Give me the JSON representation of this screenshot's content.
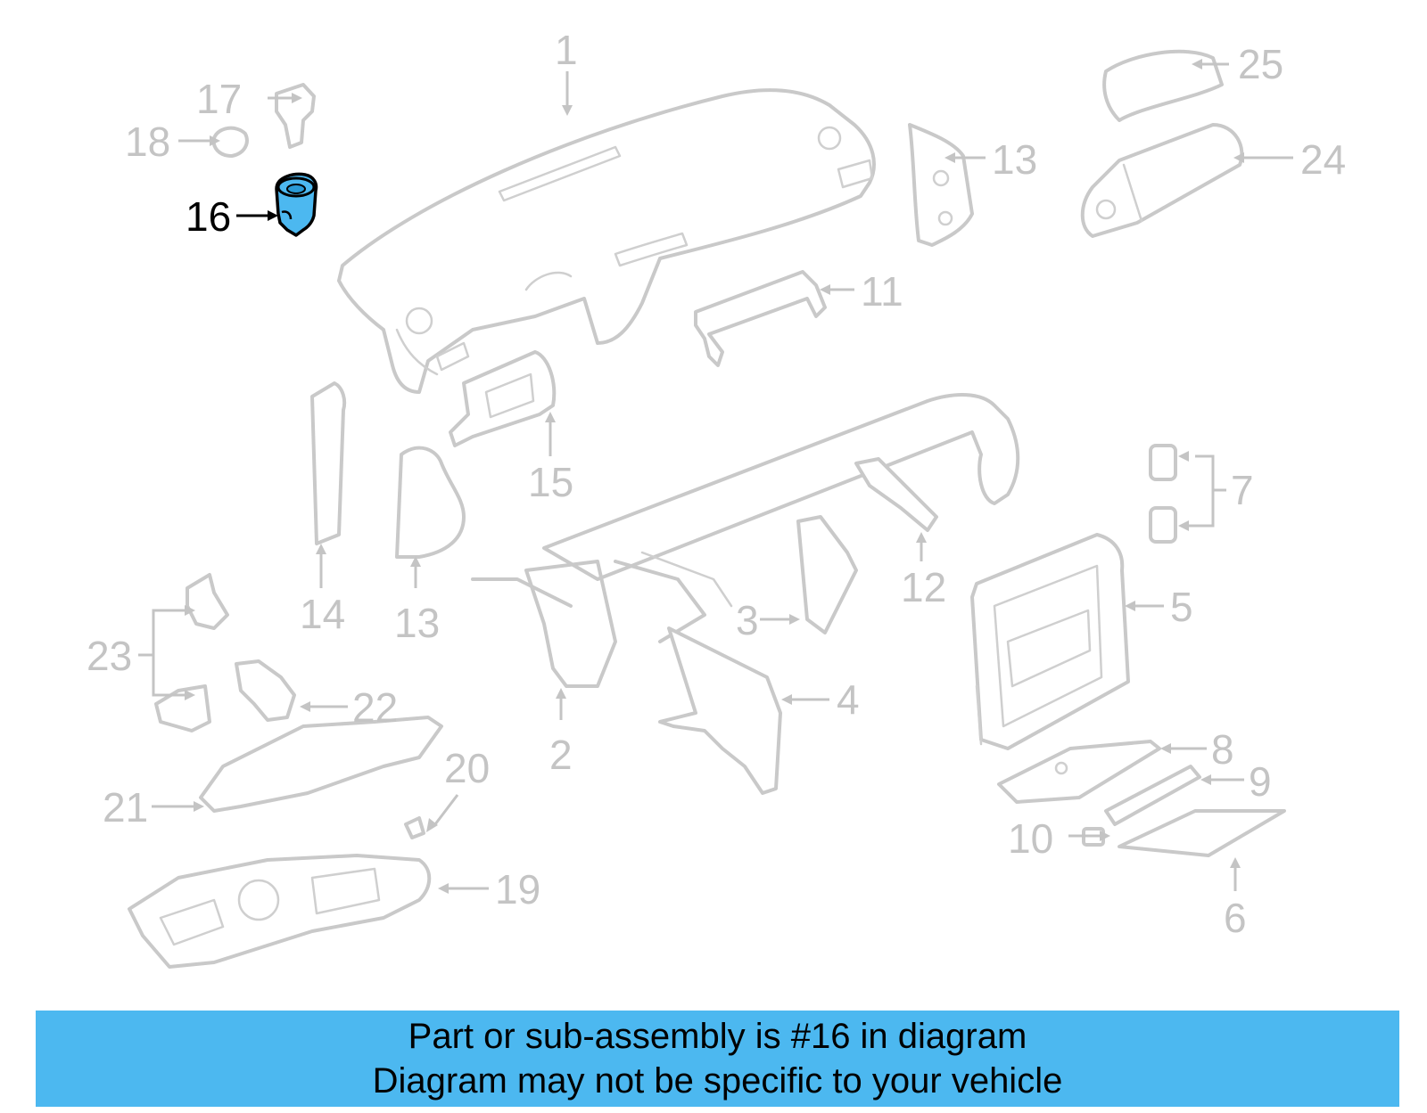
{
  "diagram": {
    "highlighted_part": "16",
    "highlight_color": "#4cb8f0",
    "part_color": "#c4c4c4",
    "callouts": {
      "c1": "1",
      "c2": "2",
      "c3": "3",
      "c4": "4",
      "c5": "5",
      "c6": "6",
      "c7": "7",
      "c8": "8",
      "c9": "9",
      "c10": "10",
      "c11": "11",
      "c12": "12",
      "c13a": "13",
      "c13b": "13",
      "c14": "14",
      "c15": "15",
      "c16": "16",
      "c17": "17",
      "c18": "18",
      "c19": "19",
      "c20": "20",
      "c21": "21",
      "c22": "22",
      "c23": "23",
      "c24": "24",
      "c25": "25"
    }
  },
  "banner": {
    "line1": "Part or sub-assembly is #16 in diagram",
    "line2": "Diagram may not be specific to your vehicle",
    "background": "#4cb8f0"
  }
}
